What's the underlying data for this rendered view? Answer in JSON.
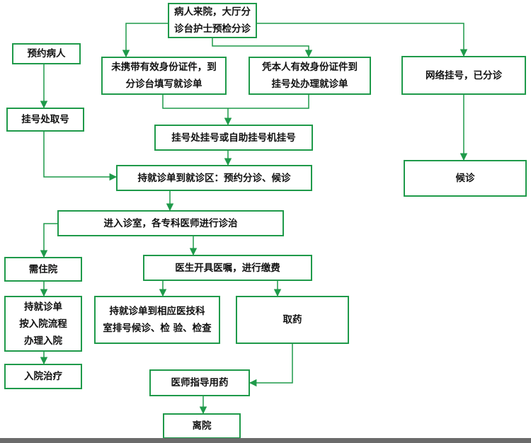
{
  "colors": {
    "line": "#1f9a4a",
    "text": "#111111",
    "background": "#ffffff"
  },
  "nodes": {
    "arrival": "病人来院，大厅分\n诊台护士预检分诊",
    "appointment": "预约病人",
    "no_id": "未携带有效身份证件，到\n分诊台填写就诊单",
    "with_id": "凭本人有效身份证件到\n挂号处办理就诊单",
    "online": "网络挂号，已分诊",
    "collect_number": "挂号处取号",
    "register": "挂号处挂号或自助挂号机挂号",
    "to_clinic": "持就诊单到就诊区：预约分诊、候诊",
    "wait": "候诊",
    "enter_room": "进入诊室，各专科医师进行诊治",
    "need_hospital": "需住院",
    "orders_pay": "医生开具医嘱，进行缴费",
    "admission": "持就诊单\n按入院流程\n办理入院",
    "tests": "持就诊单到相应医技科\n室排号候诊、检 验、检查",
    "medicine": "取药",
    "inpatient": "入院治疗",
    "guidance": "医师指导用药",
    "discharge": "离院"
  }
}
